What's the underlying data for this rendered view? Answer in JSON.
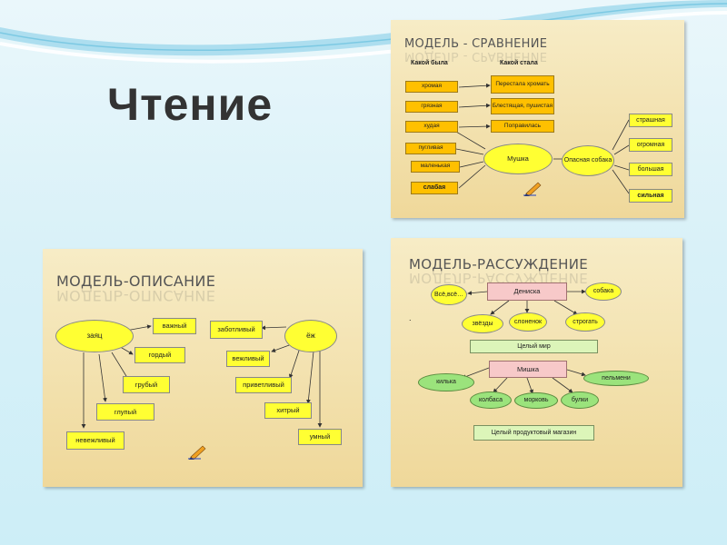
{
  "slide": {
    "title": "Чтение"
  },
  "card_compare": {
    "title": "МОДЕЛЬ - СРАВНЕНИЕ",
    "col_was": "Какой была",
    "col_became": "Какой стала",
    "left_items": [
      "хромая",
      "грязная",
      "худая",
      "пугливая",
      "маленькая",
      "слабая"
    ],
    "right_items": [
      "Перестала хромать",
      "Блестящая, пушистая",
      "Поправилась"
    ],
    "center_left": "Мушка",
    "center_right": "Опасная собака",
    "far_items": [
      "страшная",
      "огромная",
      "большая",
      "сильная"
    ]
  },
  "card_describe": {
    "title": "МОДЕЛЬ-ОПИСАНИЕ",
    "hare": "заяц",
    "hedgehog": "ёж",
    "hare_traits": [
      "важный",
      "гордый",
      "грубый",
      "глупый",
      "невежливый"
    ],
    "hedgehog_traits": [
      "заботливый",
      "вежливый",
      "приветливый",
      "хитрый",
      "умный"
    ]
  },
  "card_reason": {
    "title": "МОДЕЛЬ-РАССУЖДЕНИЕ",
    "dot": ".",
    "top_center": "Дениска",
    "top_ovals": [
      "Всё,всё…",
      "собака",
      "звёзды",
      "слоненок",
      "строгать"
    ],
    "whole_world": "Целый мир",
    "bottom_center": "Мишка",
    "bottom_ovals": [
      "килька",
      "пельмени",
      "колбаса",
      "морковь",
      "булки"
    ],
    "whole_store": "Целый продуктовый магазин"
  }
}
